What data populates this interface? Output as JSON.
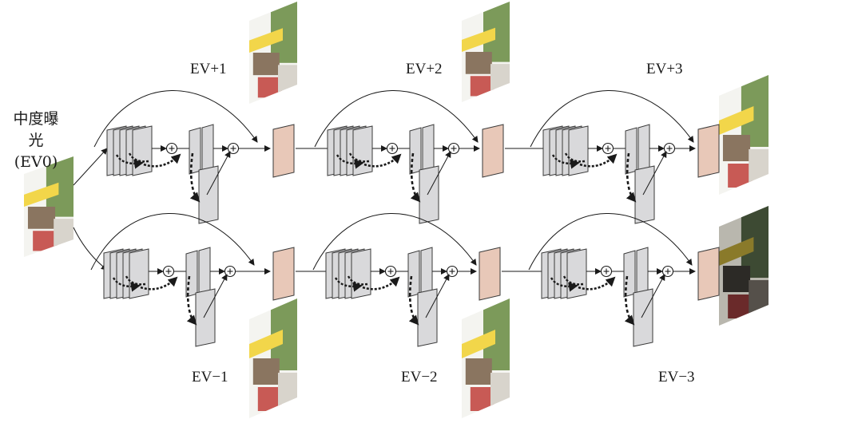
{
  "source": {
    "title_cn": "中度曝光",
    "title_ev": "(EV0)"
  },
  "outputs": {
    "up": [
      "EV+1",
      "EV+2",
      "EV+3"
    ],
    "down": [
      "EV−1",
      "EV−2",
      "EV−3"
    ]
  },
  "colors": {
    "feature_map_fill": "#d9d9db",
    "feature_map_stroke": "#3a3a3a",
    "latent_fill": "#e8c8b8",
    "arrow": "#1a1a1a",
    "photo_sky": "#f4f4f0",
    "photo_awning": "#f2d64a",
    "photo_foliage": "#7c9a5a"
  },
  "icons": {
    "sum_node": "circle-plus-icon"
  }
}
